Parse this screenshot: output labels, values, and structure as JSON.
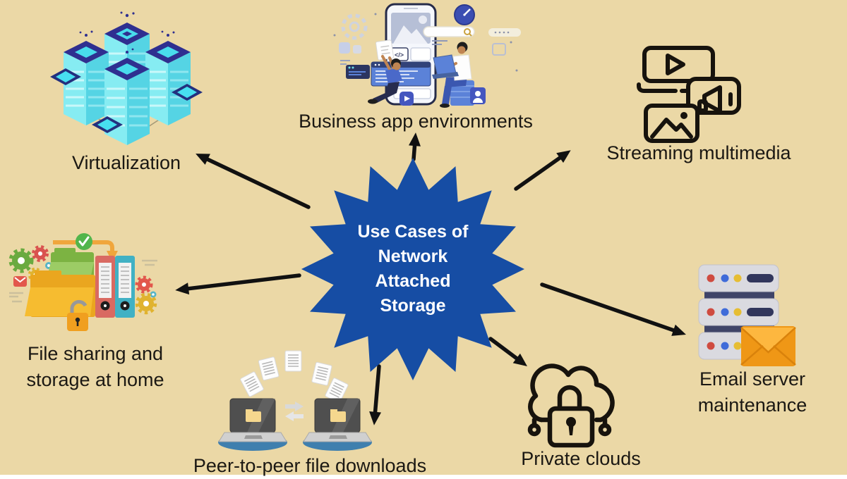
{
  "title": "Use Cases of Network Attached Storage",
  "background_color": "#ebd8a6",
  "arrow_color": "#111111",
  "center": {
    "shape": "16-point starburst",
    "fill": "#164da4",
    "text_color": "#ffffff",
    "lines": [
      "Use Cases of",
      "Network",
      "Attached",
      "Storage"
    ]
  },
  "nodes": [
    {
      "id": "virtualization",
      "label": "Virtualization",
      "icon": "isometric-server-towers-icon",
      "position": "top-left"
    },
    {
      "id": "business-app-environments",
      "label": "Business app environments",
      "icon": "app-development-illustration",
      "position": "top-center"
    },
    {
      "id": "streaming-multimedia",
      "label": "Streaming multimedia",
      "icon": "media-devices-outline-icon",
      "position": "top-right"
    },
    {
      "id": "file-sharing-home",
      "label_lines": [
        "File sharing and",
        "storage at home"
      ],
      "icon": "folders-binders-padlock-illustration",
      "position": "middle-left"
    },
    {
      "id": "peer-to-peer-downloads",
      "label": "Peer-to-peer file downloads",
      "icon": "laptops-file-transfer-illustration",
      "position": "bottom-center"
    },
    {
      "id": "private-clouds",
      "label": "Private clouds",
      "icon": "cloud-padlock-outline-icon",
      "position": "bottom-right"
    },
    {
      "id": "email-server-maintenance",
      "label_lines": [
        "Email server",
        "maintenance"
      ],
      "icon": "server-stack-envelope-icon",
      "position": "middle-right"
    }
  ],
  "decorations": {
    "code_glyph": "</>"
  },
  "palette": {
    "tower_cyan": "#86ecf2",
    "tower_dark_blue": "#2f2f90",
    "tablet_screen": "#47e0f0",
    "folder_yellow": "#eaa61f",
    "folder_green": "#7cb342",
    "binder_red": "#d96a62",
    "binder_teal": "#41b1c4",
    "lock_orange": "#f09f1f",
    "envelope_orange": "#ef9716",
    "server_gray": "#dadae0",
    "laptop_base_blue": "#3f7fae",
    "scene_blue": "#5b82d8",
    "line_icon_black": "#17130d"
  }
}
